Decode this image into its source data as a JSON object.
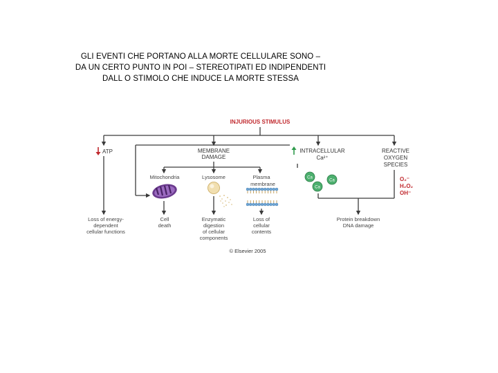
{
  "title_lines": [
    "GLI EVENTI CHE PORTANO ALLA MORTE CELLULARE SONO –",
    "DA UN CERTO PUNTO IN POI – STEREOTIPATI ED INDIPENDENTI",
    "DALL O STIMOLO CHE INDUCE LA MORTE STESSA"
  ],
  "diagram": {
    "root": "INJURIOUS STIMULUS",
    "branches": {
      "atp": "ATP",
      "membrane": [
        "MEMBRANE",
        "DAMAGE"
      ],
      "calcium": [
        "INTRACELLULAR",
        "Ca²⁺"
      ],
      "ros": [
        "REACTIVE",
        "OXYGEN",
        "SPECIES"
      ]
    },
    "sub_labels": {
      "mitochondria": "Mitochondria",
      "lysosome": "Lysosome",
      "plasma": [
        "Plasma",
        "membrane"
      ]
    },
    "ca_badge": "Ca",
    "ros_species": [
      "O₂⁻",
      "H₂O₂",
      "OH⁻"
    ],
    "outcomes": {
      "energy": [
        "Loss of energy-",
        "dependent",
        "cellular functions"
      ],
      "cell_death": [
        "Cell",
        "death"
      ],
      "digestion": [
        "Enzymatic",
        "digestion",
        "of cellular",
        "components"
      ],
      "contents": [
        "Loss of",
        "cellular",
        "contents"
      ],
      "protein": [
        "Protein breakdown",
        "DNA damage"
      ]
    },
    "copyright": "© Elsevier 2005",
    "colors": {
      "accent_red": "#c0282d",
      "up_arrow_green": "#2e9a4b",
      "mito_purple": "#6b3b8e",
      "calcium_green": "#4caf6e",
      "membrane_blue": "#6fa6d6"
    }
  }
}
